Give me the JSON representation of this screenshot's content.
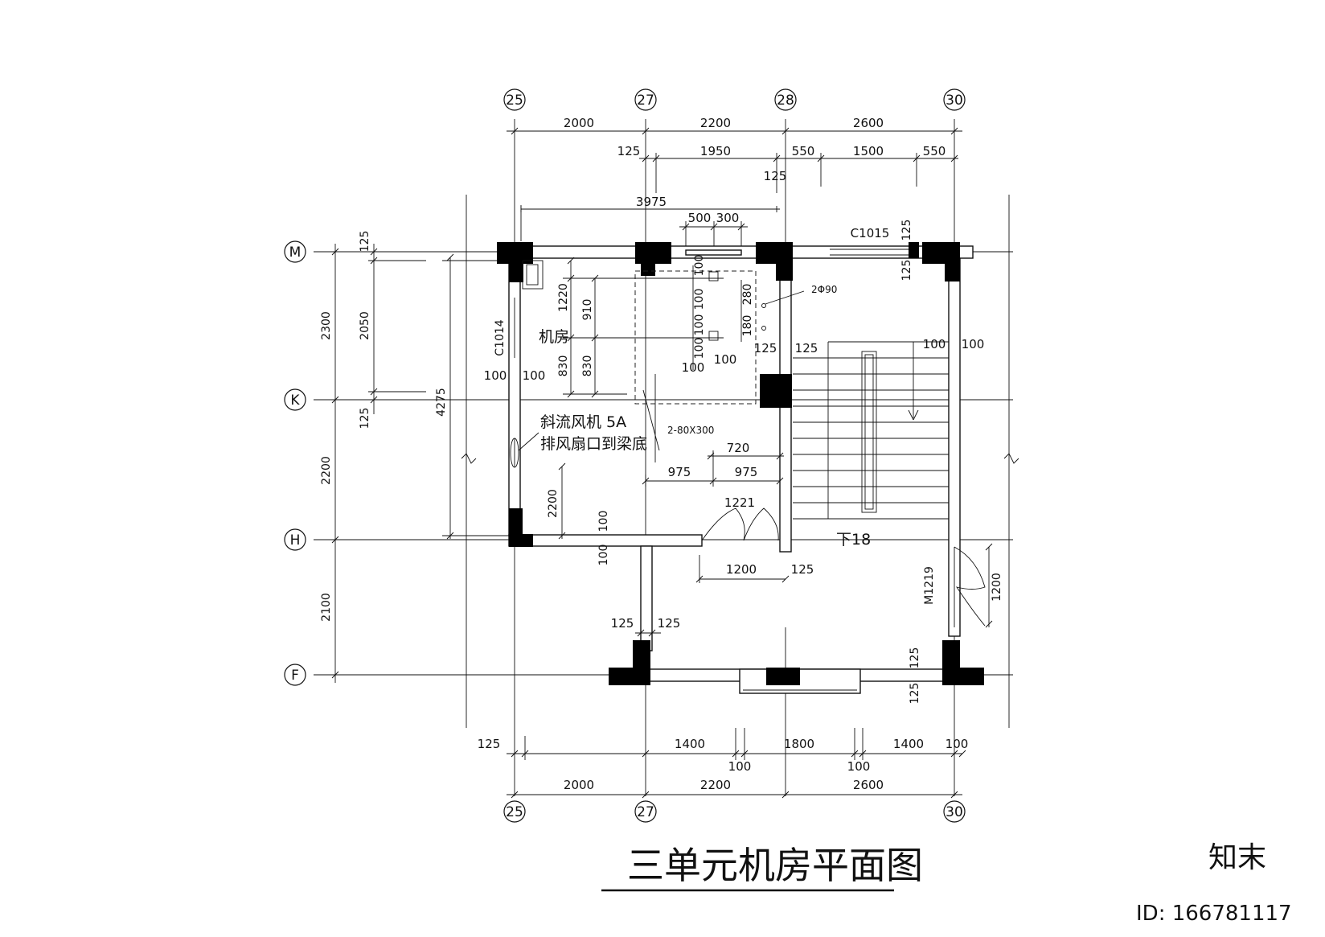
{
  "title": "三单元机房平面图",
  "watermark": {
    "logo": "知末",
    "id": "ID: 166781117"
  },
  "axes_horizontal": [
    "25",
    "27",
    "28",
    "30"
  ],
  "axes_bottom": [
    "25",
    "27",
    "30"
  ],
  "axes_vertical": [
    "M",
    "K",
    "H",
    "F"
  ],
  "dims_top": {
    "row1": [
      "2000",
      "2200",
      "2600"
    ],
    "row2": [
      "125",
      "1950",
      "550",
      "1500",
      "550"
    ],
    "row2_extra": "125",
    "overall": "3975",
    "small": [
      "500",
      "300"
    ]
  },
  "dims_bottom": {
    "row1": [
      "125",
      "1400",
      "1800",
      "1400",
      "100"
    ],
    "row1_sub": [
      "100",
      "100"
    ],
    "row2": [
      "2000",
      "2200",
      "2600"
    ]
  },
  "dims_left": {
    "outer": [
      "2300",
      "2200",
      "2100"
    ],
    "mid": [
      "125",
      "2050",
      "125"
    ],
    "overall": "4275"
  },
  "labels": {
    "room": "机房",
    "window_left": "C1014",
    "window_top": "C1015",
    "door_stair": "M1219",
    "door_room": "1221",
    "fan": "斜流风机 5A",
    "exhaust": "排风扇口到梁底",
    "duct": "2-80X300",
    "pipe": "2Φ90",
    "stairs": "下18"
  },
  "interior_dims": {
    "v1220": "1220",
    "v910": "910",
    "v830a": "830",
    "v830b": "830",
    "v100a": "100",
    "v100b": "100",
    "v100c": "100",
    "v100d": "100",
    "h100a": "100",
    "h100b": "100",
    "v280": "280",
    "v180": "180",
    "w125a": "125",
    "w125b": "125",
    "s100a": "100",
    "s100b": "100",
    "l100a": "100",
    "l100b": "100",
    "d720": "720",
    "d975a": "975",
    "d975b": "975",
    "v2200": "2200",
    "h100c": "100",
    "h100d": "100",
    "d1200": "1200",
    "d125": "125",
    "c125a": "125",
    "c125b": "125",
    "r1200": "1200",
    "r125a": "125",
    "r125b": "125",
    "t125a": "125",
    "t125b": "125"
  }
}
